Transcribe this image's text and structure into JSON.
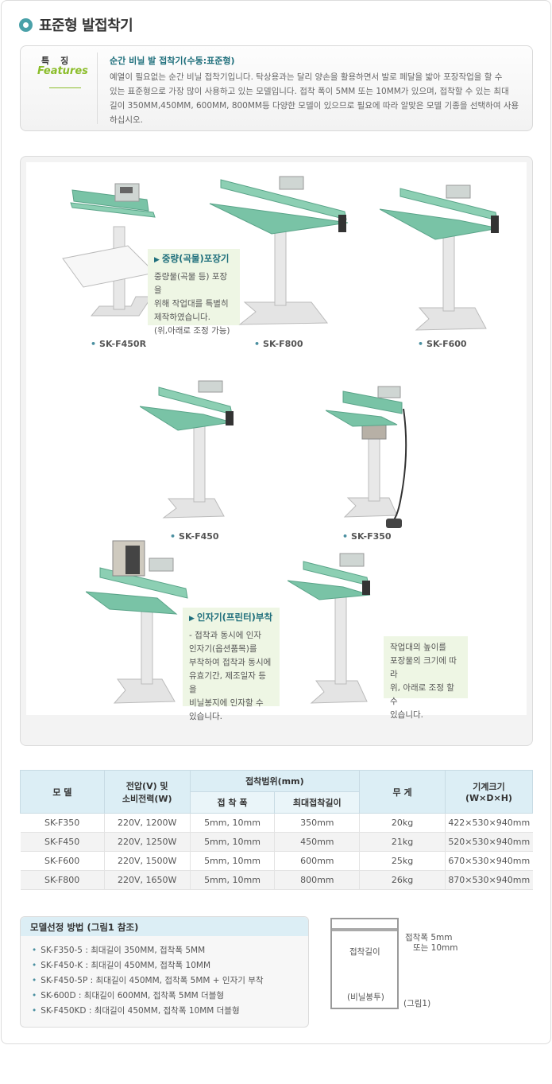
{
  "page": {
    "title": "표준형 발접착기"
  },
  "features": {
    "label_ko": "특징",
    "label_en": "Features",
    "heading": "순간 비닐 발 접착기(수동:표준형)",
    "lines": [
      "예열이 필요없는 순간 비닐 접착기입니다. 탁상용과는 달리 양손을 활용하면서 발로 페달을 밟아 포장작업을 할 수",
      "있는 표준형으로 가장 많이 사용하고 있는 모델입니다. 접착 폭이 5MM 또는 10MM가 있으며, 접착할 수 있는 최대",
      "길이 350MM,450MM, 600MM, 800MM등 다양한 모델이 있으므로 필요에 따라 알맞은 모델 기종을 선택하여 사용",
      "하십시오."
    ]
  },
  "products": [
    {
      "model": "SK-F450R"
    },
    {
      "model": "SK-F800"
    },
    {
      "model": "SK-F600"
    },
    {
      "model": "SK-F450"
    },
    {
      "model": "SK-F350"
    }
  ],
  "notes": {
    "heavy": {
      "title": "중량(곡물)포장기",
      "lines": [
        "중량물(곡물 등) 포장을",
        "위해 작업대를 특별히",
        "제작하였습니다.",
        "(위,아래로 조정 가능)"
      ]
    },
    "printer": {
      "title": "인자기(프린터)부착",
      "lines": [
        "- 접착과 동시에 인자",
        "인자기(옵션품목)를",
        "부착하여 접착과 동시에",
        "유효기간, 제조일자 등을",
        "비닐봉지에 인자할 수",
        "있습니다."
      ]
    },
    "height": {
      "lines": [
        "작업대의 높이를",
        "포장물의 크기에 따라",
        "위, 아래로 조정 할 수",
        "있습니다."
      ]
    }
  },
  "spec_table": {
    "headers": {
      "model": "모    델",
      "power": [
        "전압(V) 및",
        "소비전력(W)"
      ],
      "range": "접착범위(mm)",
      "width": "접 착 폭",
      "maxlen": "최대접착길이",
      "weight": "무    게",
      "size": [
        "기계크기",
        "(W×D×H)"
      ]
    },
    "rows": [
      {
        "model": "SK-F350",
        "power": "220V, 1200W",
        "width": "5mm, 10mm",
        "maxlen": "350mm",
        "weight": "20kg",
        "size": "422×530×940mm"
      },
      {
        "model": "SK-F450",
        "power": "220V, 1250W",
        "width": "5mm, 10mm",
        "maxlen": "450mm",
        "weight": "21kg",
        "size": "520×530×940mm"
      },
      {
        "model": "SK-F600",
        "power": "220V, 1500W",
        "width": "5mm, 10mm",
        "maxlen": "600mm",
        "weight": "25kg",
        "size": "670×530×940mm"
      },
      {
        "model": "SK-F800",
        "power": "220V, 1650W",
        "width": "5mm, 10mm",
        "maxlen": "800mm",
        "weight": "26kg",
        "size": "870×530×940mm"
      }
    ]
  },
  "selection": {
    "title": "모델선정 방법 (그림1 참조)",
    "items": [
      "SK-F350-5 : 최대길이 350MM, 접착폭 5MM",
      "SK-F450-K : 최대길이 450MM, 접착폭 10MM",
      "SK-F450-5P : 최대길이 450MM, 접착폭 5MM + 인자기 부착",
      "SK-600D : 최대길이 600MM, 접착폭 5MM 더블형",
      "SK-F450KD : 최대길이 450MM, 접착폭 10MM 더블형"
    ]
  },
  "figure": {
    "seal_label": "접착길이",
    "bag_label": "(비닐봉투)",
    "width_label_1": "접착폭 5mm",
    "width_label_2": "또는 10mm",
    "caption": "(그림1)"
  },
  "colors": {
    "accent": "#1f6f7c",
    "features_green": "#8bbd2a",
    "machine_green": "#79c3a6",
    "table_header": "#dceef5",
    "note_bg": "#eef6e4"
  }
}
